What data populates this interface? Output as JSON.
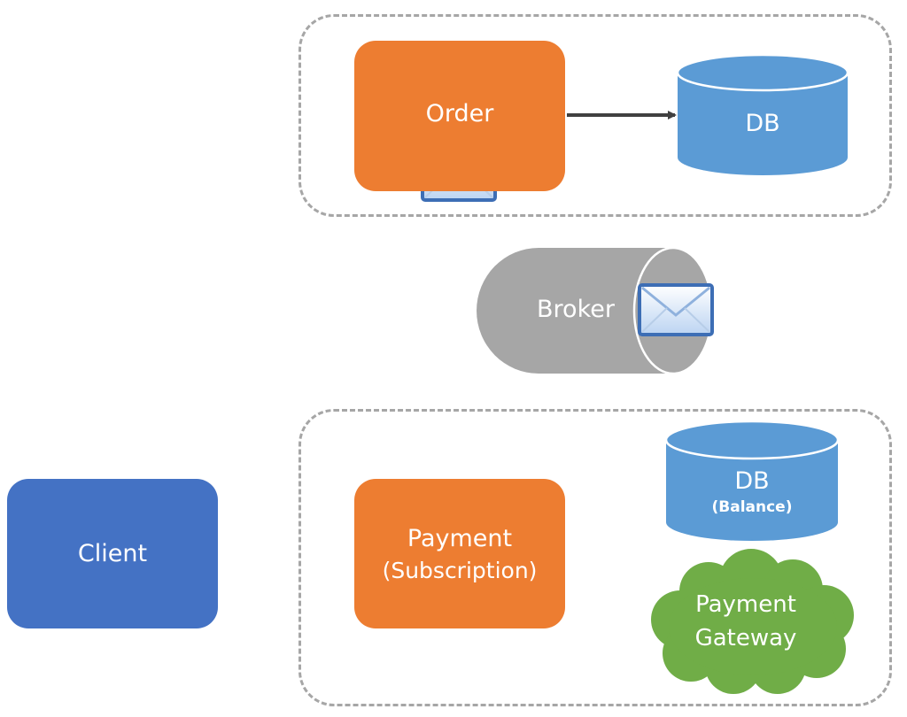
{
  "order": {
    "label": "Order"
  },
  "order_db": {
    "label": "DB"
  },
  "broker": {
    "label": "Broker"
  },
  "client": {
    "label": "Client"
  },
  "payment": {
    "label": "Payment",
    "sublabel": "(Subscription)"
  },
  "payment_db": {
    "label": "DB",
    "sublabel": "(Balance)"
  },
  "gateway": {
    "line1": "Payment",
    "line2": "Gateway"
  },
  "colors": {
    "service": "#ed7d31",
    "client": "#4472c4",
    "database": "#5b9bd5",
    "broker": "#a6a6a6",
    "gateway": "#70ad47",
    "group_border": "#a6a6a6",
    "arrow": "#404040"
  },
  "icons": [
    "envelope-icon",
    "envelope-icon",
    "arrow-icon"
  ]
}
